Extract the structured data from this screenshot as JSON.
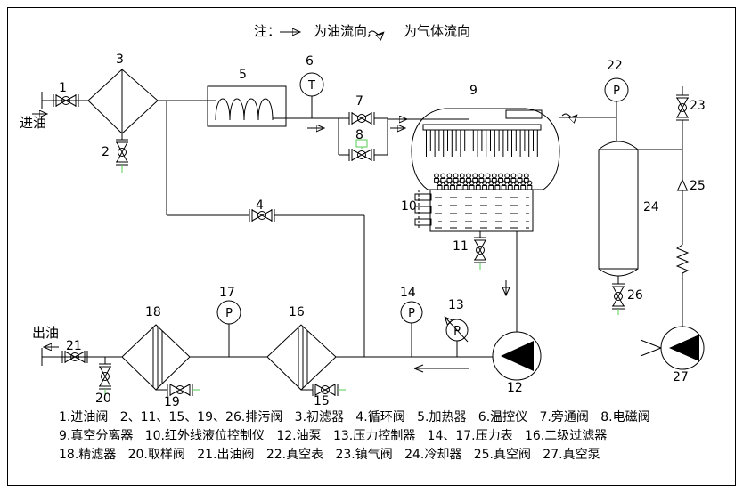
{
  "title_note": {
    "label": "注：",
    "oil_text": "为油流向,",
    "gas_text": "为气体流向"
  },
  "flow_labels": {
    "oil_in": "进油",
    "oil_out": "出油"
  },
  "gauge_letters": {
    "temperature": "T",
    "pressure": "P"
  },
  "component_numbers": {
    "c1": "1",
    "c2": "2",
    "c3": "3",
    "c4": "4",
    "c5": "5",
    "c6": "6",
    "c7": "7",
    "c8": "8",
    "c9": "9",
    "c10": "10",
    "c11": "11",
    "c12": "12",
    "c13": "13",
    "c14": "14",
    "c15": "15",
    "c16": "16",
    "c17": "17",
    "c18": "18",
    "c19": "19",
    "c20": "20",
    "c21": "21",
    "c22": "22",
    "c23": "23",
    "c24": "24",
    "c25": "25",
    "c26": "26",
    "c27": "27"
  },
  "legend": {
    "line1": "1.进油阀   2、11、15、19、26.排污阀   3.初滤器   4.循环阀   5.加热器   6.温控仪   7.旁通阀   8.电磁阀",
    "line2": "9.真空分离器   10.红外线液位控制仪   12.油泵   13.压力控制器   14、17.压力表   16.二级过滤器",
    "line3": "18.精滤器   20.取样阀   21.出油阀   22.真空表   23.镇气阀   24.冷却器   25.真空阀   27.真空泵"
  },
  "colors": {
    "valve_green": "#55cc55",
    "line_black": "#000000",
    "background": "#ffffff"
  }
}
